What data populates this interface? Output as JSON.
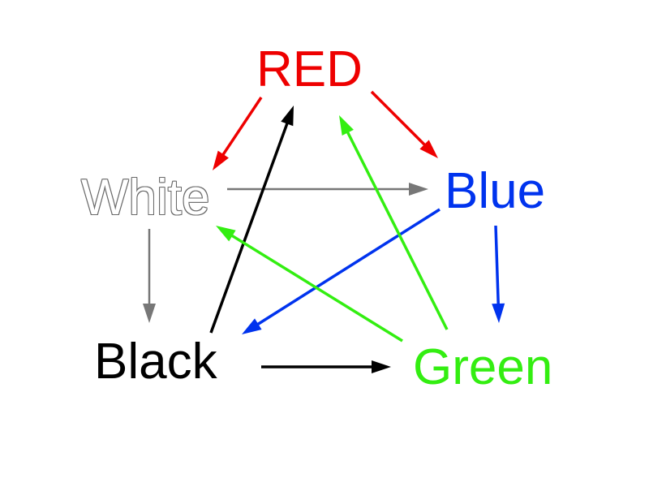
{
  "nodes": [
    {
      "id": "red",
      "label": "RED",
      "color": "#ee0000"
    },
    {
      "id": "white",
      "label": "White",
      "color": "#ffffff",
      "outline": "#6a6a6a"
    },
    {
      "id": "blue",
      "label": "Blue",
      "color": "#0033ee"
    },
    {
      "id": "black",
      "label": "Black",
      "color": "#000000"
    },
    {
      "id": "green",
      "label": "Green",
      "color": "#33ee11"
    }
  ],
  "edges": [
    {
      "from": "red",
      "to": "white",
      "color": "#ee0000"
    },
    {
      "from": "red",
      "to": "blue",
      "color": "#ee0000"
    },
    {
      "from": "white",
      "to": "blue",
      "color": "#777777"
    },
    {
      "from": "white",
      "to": "black",
      "color": "#777777"
    },
    {
      "from": "blue",
      "to": "black",
      "color": "#0033ee"
    },
    {
      "from": "blue",
      "to": "green",
      "color": "#0033ee"
    },
    {
      "from": "black",
      "to": "red",
      "color": "#000000"
    },
    {
      "from": "black",
      "to": "green",
      "color": "#000000"
    },
    {
      "from": "green",
      "to": "red",
      "color": "#33ee11"
    },
    {
      "from": "green",
      "to": "white",
      "color": "#33ee11"
    }
  ]
}
